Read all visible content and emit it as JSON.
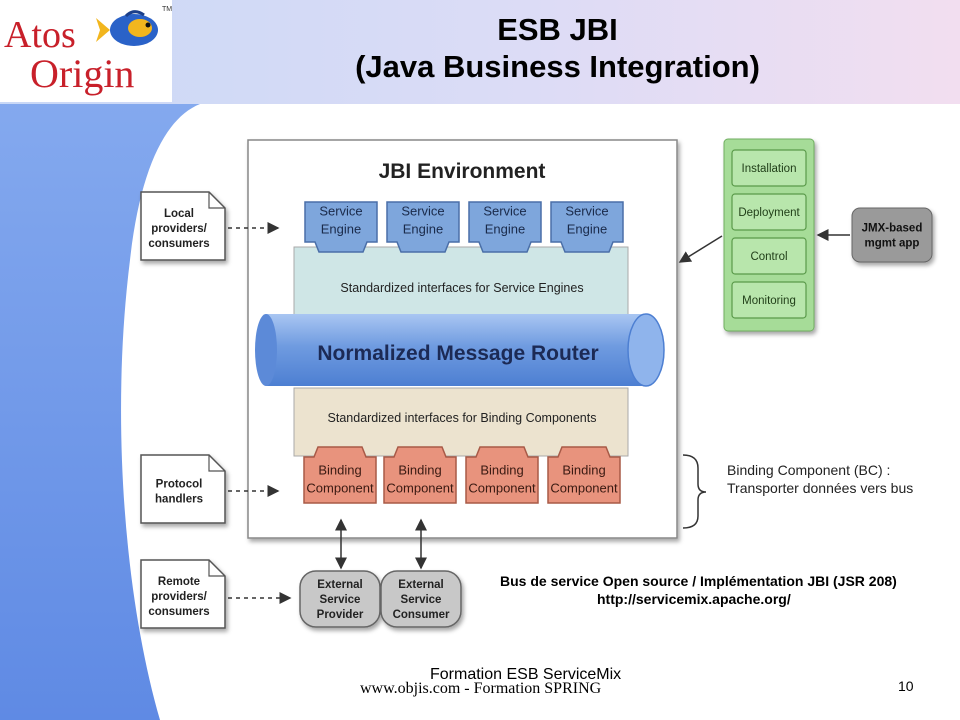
{
  "header": {
    "logo": {
      "line1": "Atos",
      "line2": "Origin",
      "tm": "TM"
    },
    "title_line1": "ESB JBI",
    "title_line2": "(Java Business Integration)"
  },
  "diagram": {
    "environment_title": "JBI Environment",
    "service_engines": [
      "Service\nEngine",
      "Service\nEngine",
      "Service\nEngine",
      "Service\nEngine"
    ],
    "se_interfaces_label": "Standardized interfaces for Service Engines",
    "router_label": "Normalized Message Router",
    "bc_interfaces_label": "Standardized interfaces for Binding Components",
    "binding_components": [
      "Binding\nComponent",
      "Binding\nComponent",
      "Binding\nComponent",
      "Binding\nComponent"
    ],
    "left_docs": [
      {
        "lines": [
          "Local",
          "providers/",
          "consumers"
        ]
      },
      {
        "lines": [
          "Protocol",
          "handlers"
        ]
      },
      {
        "lines": [
          "Remote",
          "providers/",
          "consumers"
        ]
      }
    ],
    "external": [
      {
        "lines": [
          "External",
          "Service",
          "Provider"
        ]
      },
      {
        "lines": [
          "External",
          "Service",
          "Consumer"
        ]
      }
    ],
    "management": [
      "Installation",
      "Deployment",
      "Control",
      "Monitoring"
    ],
    "jmx_app": [
      "JMX-based",
      "mgmt app"
    ],
    "colors": {
      "service_engine": "#7ea6dc",
      "binding_component": "#e8937d",
      "se_band": "#cfe6e6",
      "bc_band": "#ece3cf",
      "router": "#6f9be0",
      "management": "#a6dc98",
      "doc_fill": "#ffffff",
      "external": "#c8c8c8"
    }
  },
  "annotations": {
    "bc_line1": "Binding Component (BC) :",
    "bc_line2": "Transporter données vers bus",
    "bus_line1": "Bus de service Open source / Implémentation JBI (JSR 208)",
    "bus_line2": "http://servicemix.apache.org/"
  },
  "footer": {
    "line1": "Formation ESB ServiceMix",
    "line2": "www.objis.com - Formation SPRING",
    "page": "10"
  }
}
